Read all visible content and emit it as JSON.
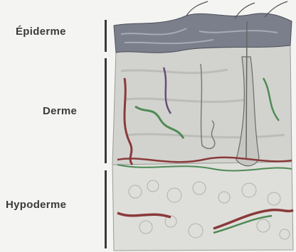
{
  "labels": {
    "epidermis": "Épiderme",
    "dermis": "Derme",
    "hypodermis": "Hypoderme"
  },
  "colors": {
    "epidermis": "#6b6f7d",
    "dermis": "#cfd0cc",
    "hypodermis": "#dcdcd8",
    "vessel_red": "#8a3a3a",
    "vessel_green": "#4f8a55",
    "vessel_purple": "#6a4d7a"
  }
}
